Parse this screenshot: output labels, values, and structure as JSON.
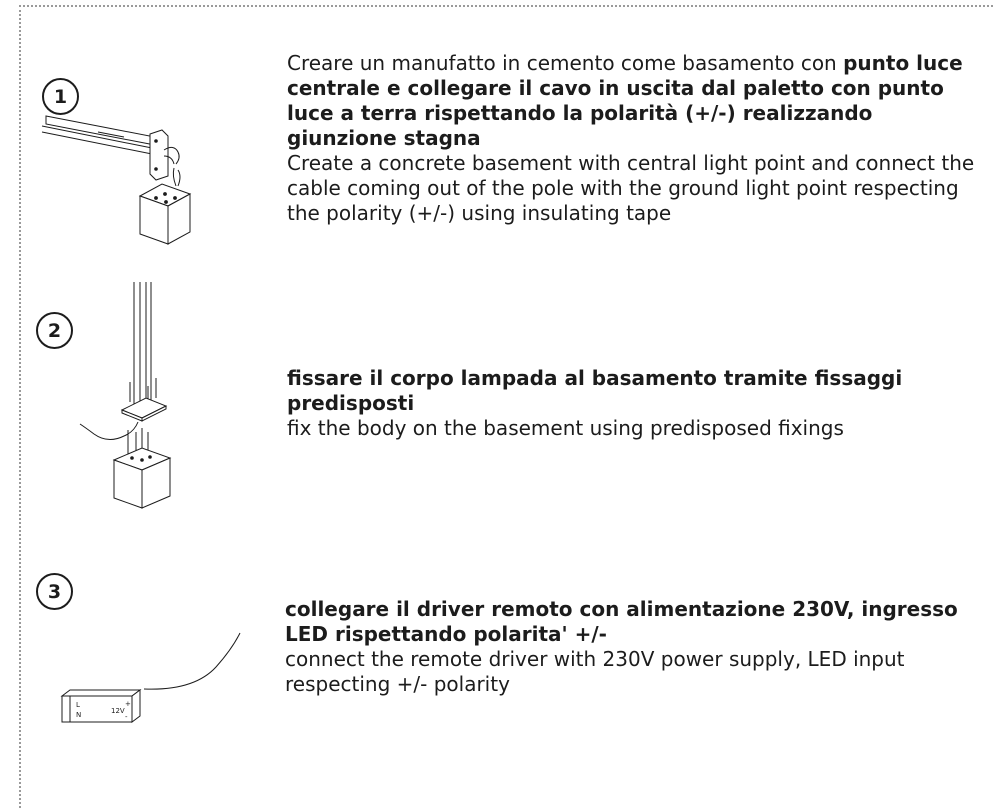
{
  "steps": [
    {
      "number": "1",
      "it_regular": "Creare un manufatto in cemento come basamento con ",
      "it_bold": "punto luce centrale e collegare il cavo in uscita dal paletto con punto luce a terra rispettando la polarità (+/-) realizzando giunzione stagna",
      "en": "Create a concrete basement with central light point and connect the cable coming out of the pole with the ground light point respecting the polarity (+/-) using insulating tape"
    },
    {
      "number": "2",
      "it_bold": "fissare il corpo lampada al basamento tramite fissaggi predisposti",
      "en": "fix the body on the basement using predisposed fixings"
    },
    {
      "number": "3",
      "it_bold": "collegare il driver remoto con alimentazione 230V, ingresso LED rispettando polarita' +/-",
      "en": "connect the remote driver with 230V power supply, LED input respecting +/- polarity"
    }
  ],
  "driver_labels": {
    "l": "L",
    "n": "N",
    "v": "12V",
    "plus": "+",
    "minus": "-"
  }
}
